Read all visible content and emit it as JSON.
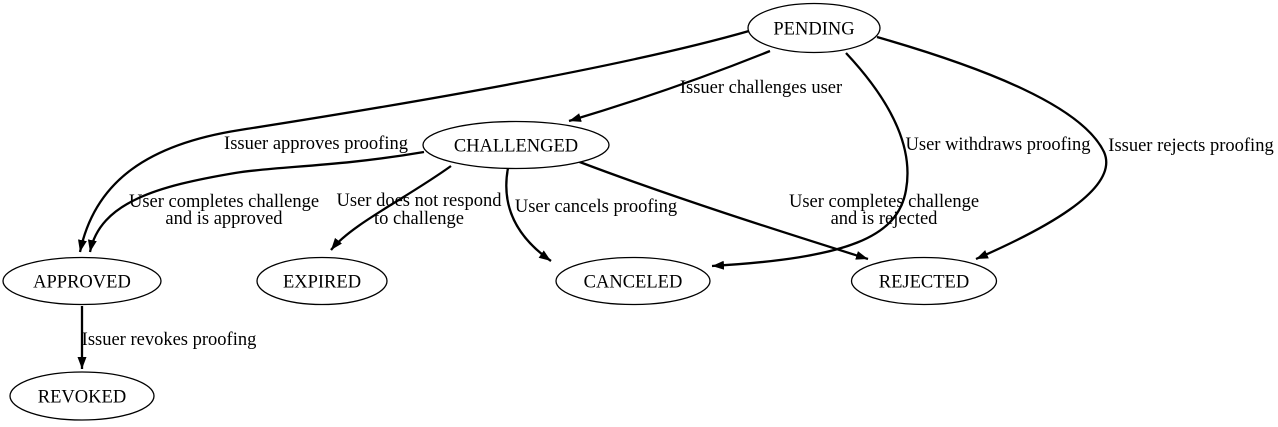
{
  "diagram": {
    "type": "state-machine",
    "background_color": "#ffffff",
    "line_color": "#000000",
    "nodes": [
      {
        "id": "pending",
        "label": "PENDING"
      },
      {
        "id": "challenged",
        "label": "CHALLENGED"
      },
      {
        "id": "approved",
        "label": "APPROVED"
      },
      {
        "id": "expired",
        "label": "EXPIRED"
      },
      {
        "id": "canceled",
        "label": "CANCELED"
      },
      {
        "id": "rejected",
        "label": "REJECTED"
      },
      {
        "id": "revoked",
        "label": "REVOKED"
      }
    ],
    "edges": [
      {
        "from": "PENDING",
        "to": "CHALLENGED",
        "label": "Issuer challenges user",
        "label_lines": [
          "Issuer challenges user"
        ]
      },
      {
        "from": "PENDING",
        "to": "APPROVED",
        "label": "Issuer approves proofing",
        "label_lines": [
          "Issuer approves proofing"
        ]
      },
      {
        "from": "PENDING",
        "to": "CANCELED",
        "label": "User withdraws proofing",
        "label_lines": [
          "User withdraws proofing"
        ]
      },
      {
        "from": "PENDING",
        "to": "REJECTED",
        "label": "Issuer rejects proofing",
        "label_lines": [
          "Issuer rejects proofing"
        ]
      },
      {
        "from": "CHALLENGED",
        "to": "APPROVED",
        "label": "User completes challenge and is approved",
        "label_lines": [
          "User completes challenge",
          "and is approved"
        ]
      },
      {
        "from": "CHALLENGED",
        "to": "EXPIRED",
        "label": "User does not respond to challenge",
        "label_lines": [
          "User does not respond",
          "to challenge"
        ]
      },
      {
        "from": "CHALLENGED",
        "to": "CANCELED",
        "label": "User cancels proofing",
        "label_lines": [
          "User cancels proofing"
        ]
      },
      {
        "from": "CHALLENGED",
        "to": "REJECTED",
        "label": "User completes challenge and is rejected",
        "label_lines": [
          "User completes challenge",
          "and is rejected"
        ]
      },
      {
        "from": "APPROVED",
        "to": "REVOKED",
        "label": "Issuer revokes proofing",
        "label_lines": [
          "Issuer revokes proofing"
        ]
      }
    ]
  }
}
